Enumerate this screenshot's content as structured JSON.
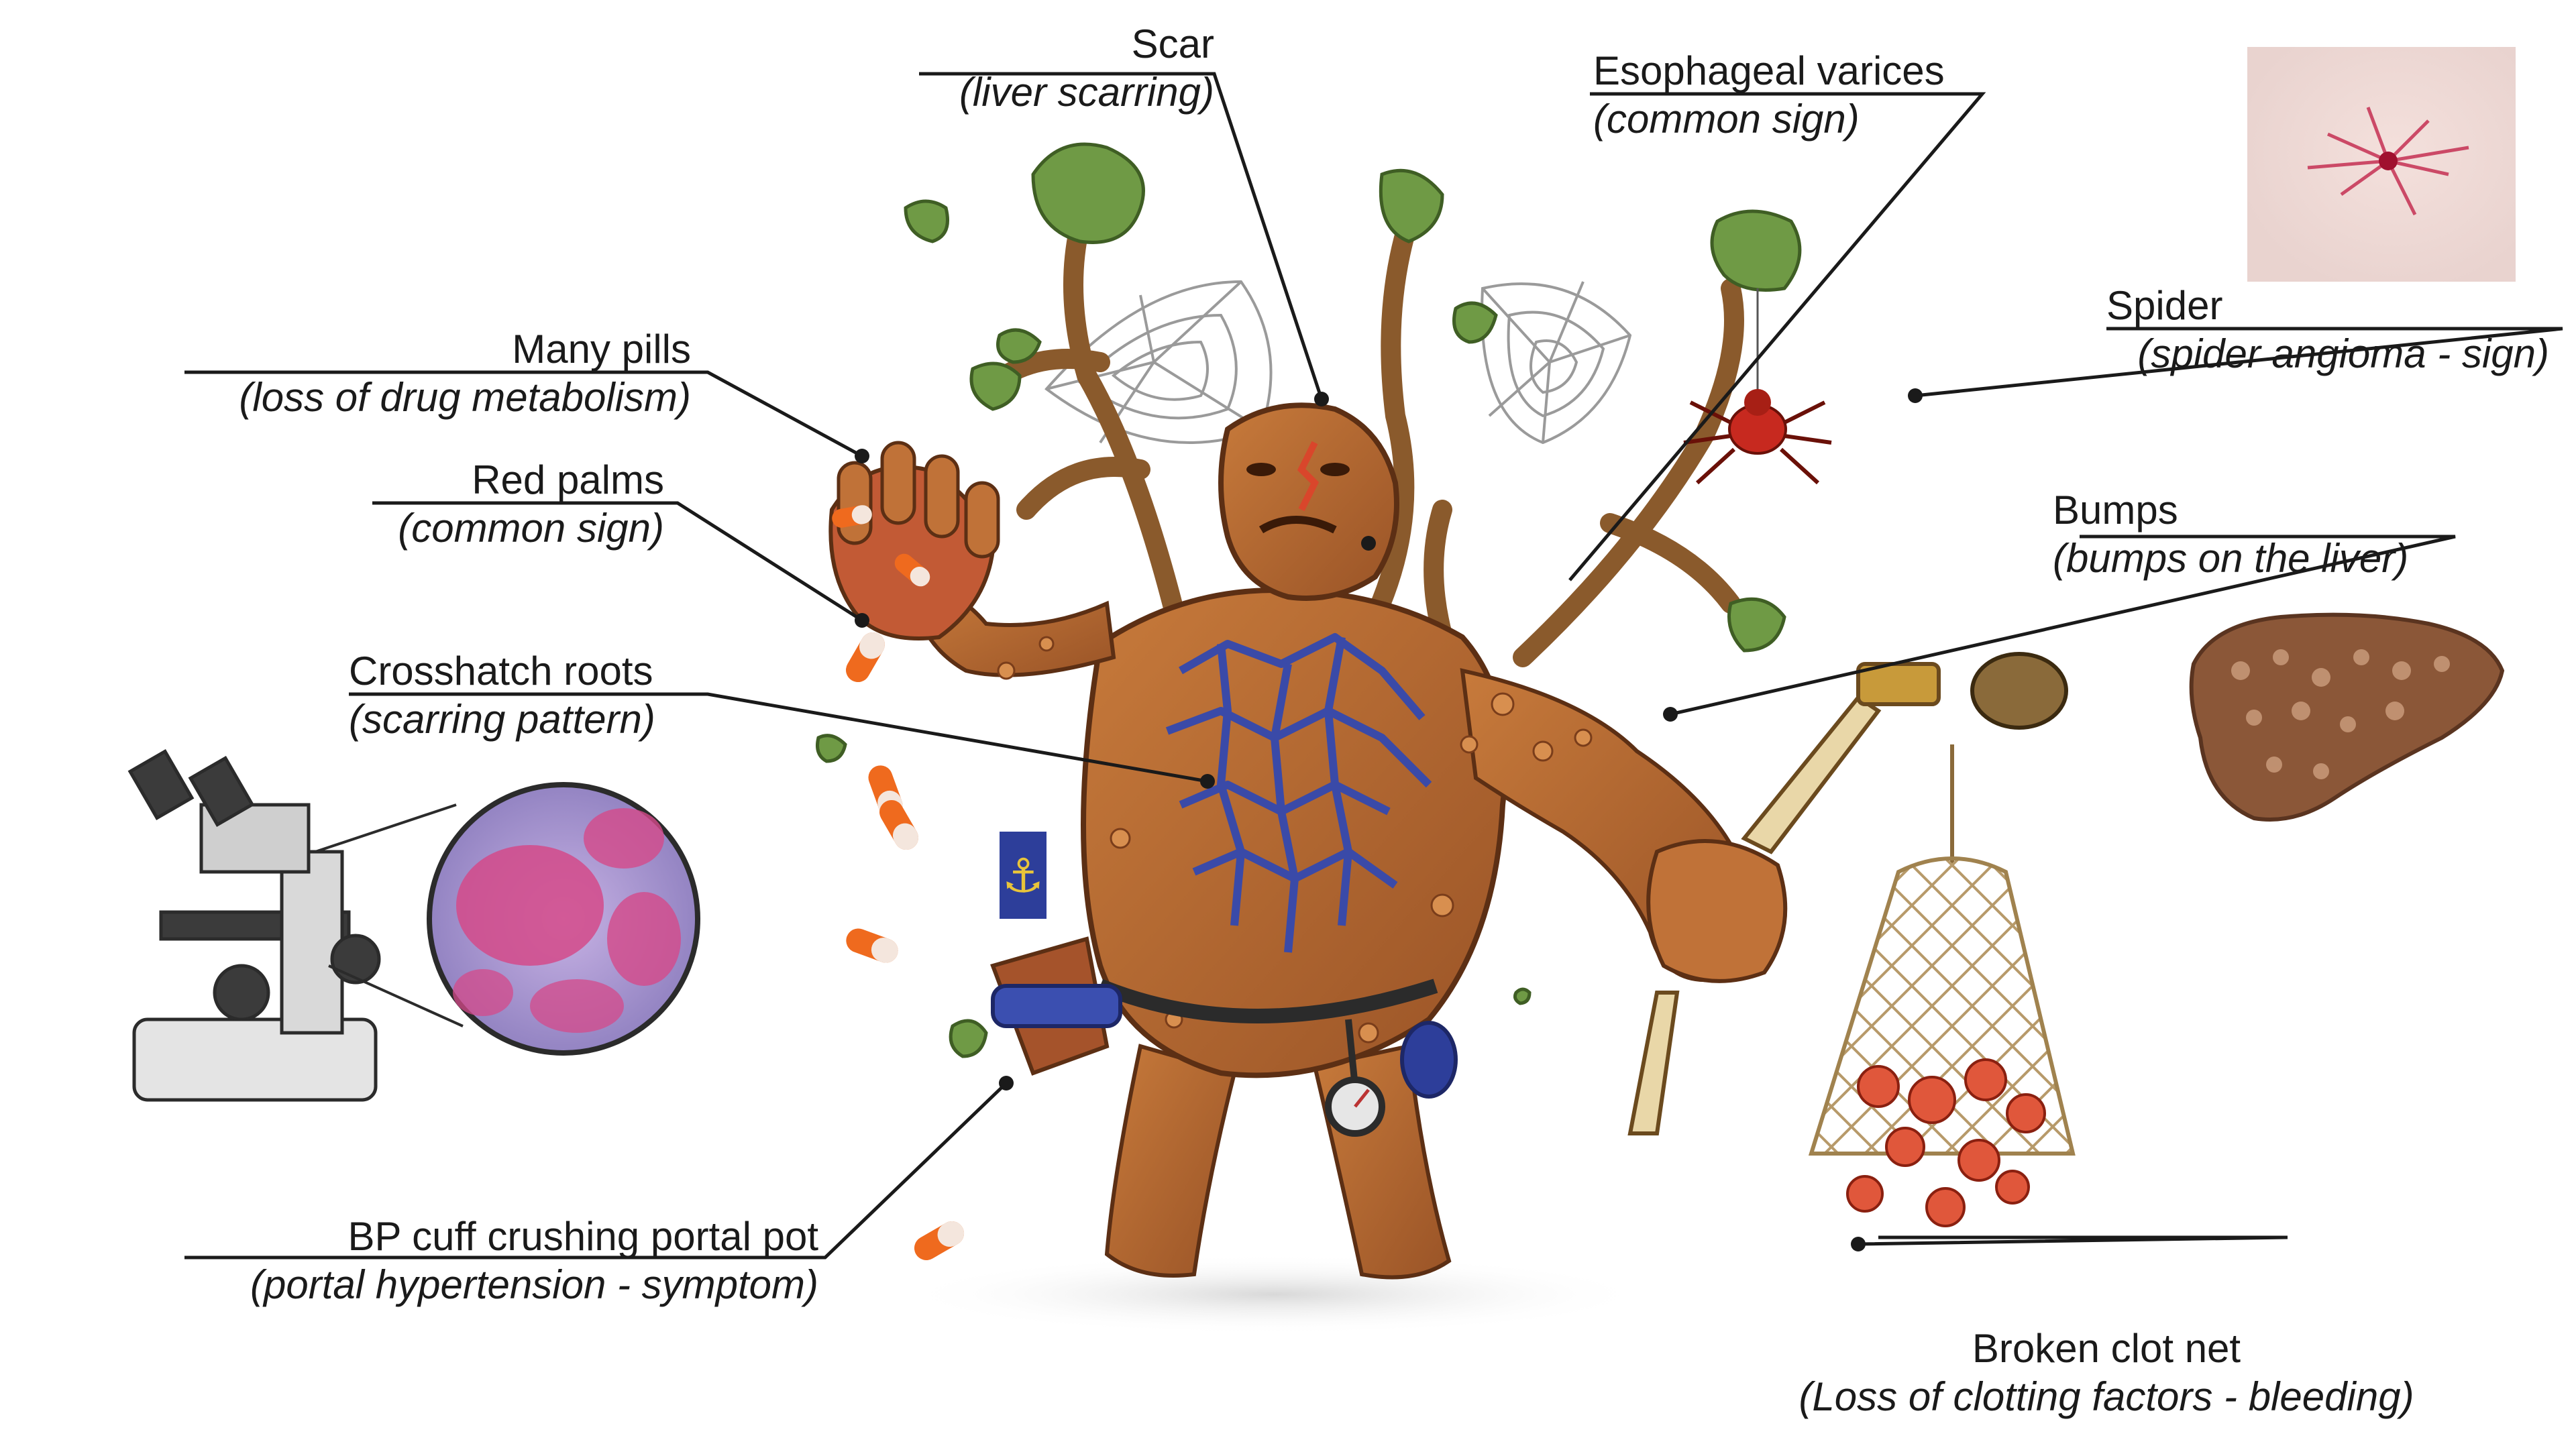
{
  "labels": {
    "scar": {
      "title": "Scar",
      "subtitle": "(liver scarring)"
    },
    "varices": {
      "title": "Esophageal varices",
      "subtitle": "(common sign)"
    },
    "spider": {
      "title": "Spider",
      "subtitle": "(spider angioma - sign)"
    },
    "pills": {
      "title": "Many pills",
      "subtitle": "(loss of drug metabolism)"
    },
    "palms": {
      "title": "Red palms",
      "subtitle": "(common sign)"
    },
    "bumps": {
      "title": "Bumps",
      "subtitle": "(bumps on the liver)"
    },
    "roots": {
      "title": "Crosshatch roots",
      "subtitle": "(scarring pattern)"
    },
    "bp": {
      "title": "BP cuff crushing portal pot",
      "subtitle": "(portal hypertension - symptom)"
    },
    "clot": {
      "title": "Broken clot net",
      "subtitle": "(Loss of clotting factors - bleeding)"
    }
  },
  "colors": {
    "wood": "#b86a33",
    "wood_dark": "#6b3a1c",
    "vein": "#3a4aa8",
    "leaf": "#6f9a45",
    "pill_orange": "#ef6a1e",
    "liver": "#8b5738",
    "histology_pink": "#d44a8a",
    "histology_blue": "#7b8fd0"
  }
}
